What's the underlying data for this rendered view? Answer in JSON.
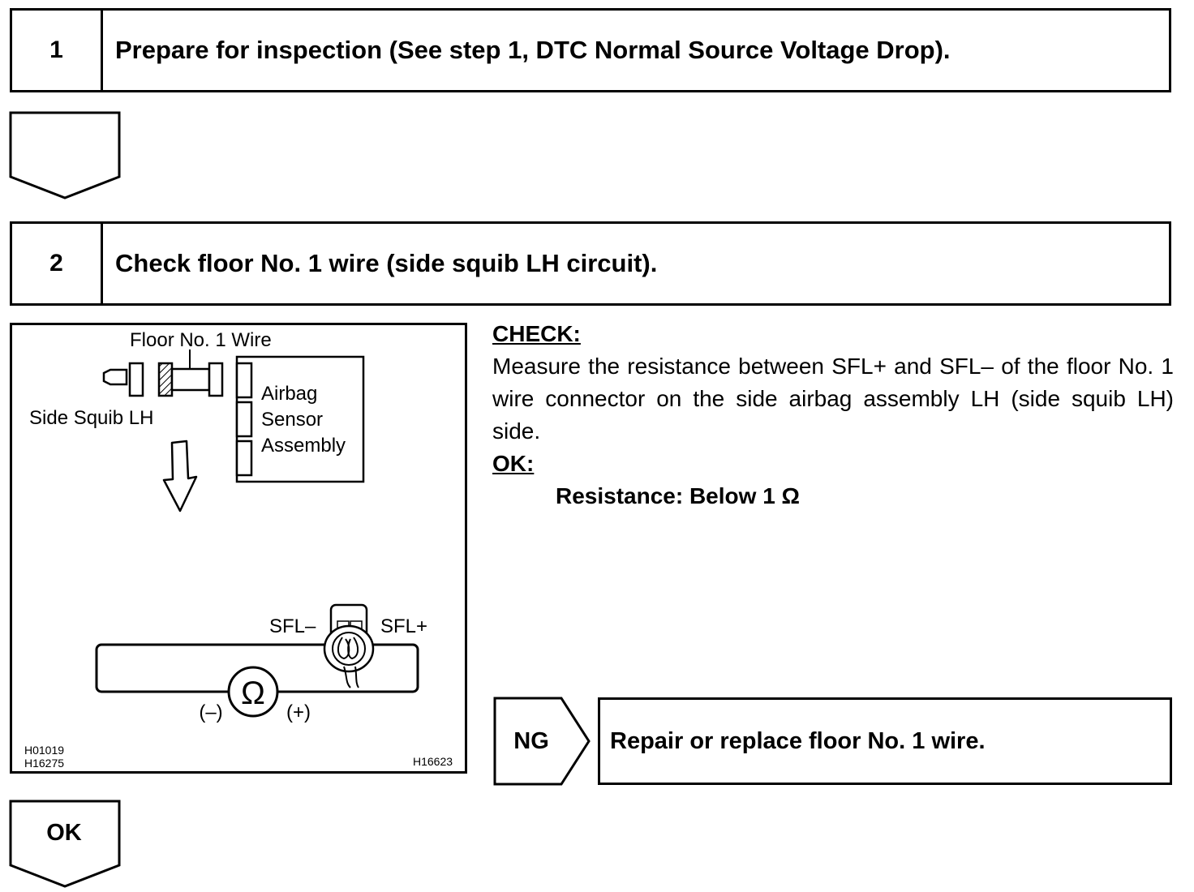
{
  "step1": {
    "number": "1",
    "title": "Prepare for inspection (See step 1, DTC Normal Source Voltage Drop)."
  },
  "step2": {
    "number": "2",
    "title": "Check floor No. 1 wire (side squib LH circuit)."
  },
  "figure": {
    "label_floor_wire": "Floor No. 1 Wire",
    "label_side_squib": "Side Squib LH",
    "label_airbag_1": "Airbag",
    "label_airbag_2": "Sensor",
    "label_airbag_3": "Assembly",
    "label_sfl_minus": "SFL–",
    "label_sfl_plus": "SFL+",
    "ohm_symbol": "Ω",
    "label_neg": "(–)",
    "label_pos": "(+)",
    "code_left_1": "H01019",
    "code_left_2": "H16275",
    "code_right": "H16623"
  },
  "check": {
    "heading": "CHECK:",
    "body": "Measure the resistance between SFL+ and SFL– of the floor No. 1 wire connector on the side airbag assembly LH (side squib LH) side.",
    "ok_heading": "OK:",
    "spec": "Resistance: Below 1 Ω"
  },
  "ng": {
    "label": "NG",
    "action": "Repair or replace floor No. 1 wire."
  },
  "ok_arrow": {
    "label": "OK"
  }
}
